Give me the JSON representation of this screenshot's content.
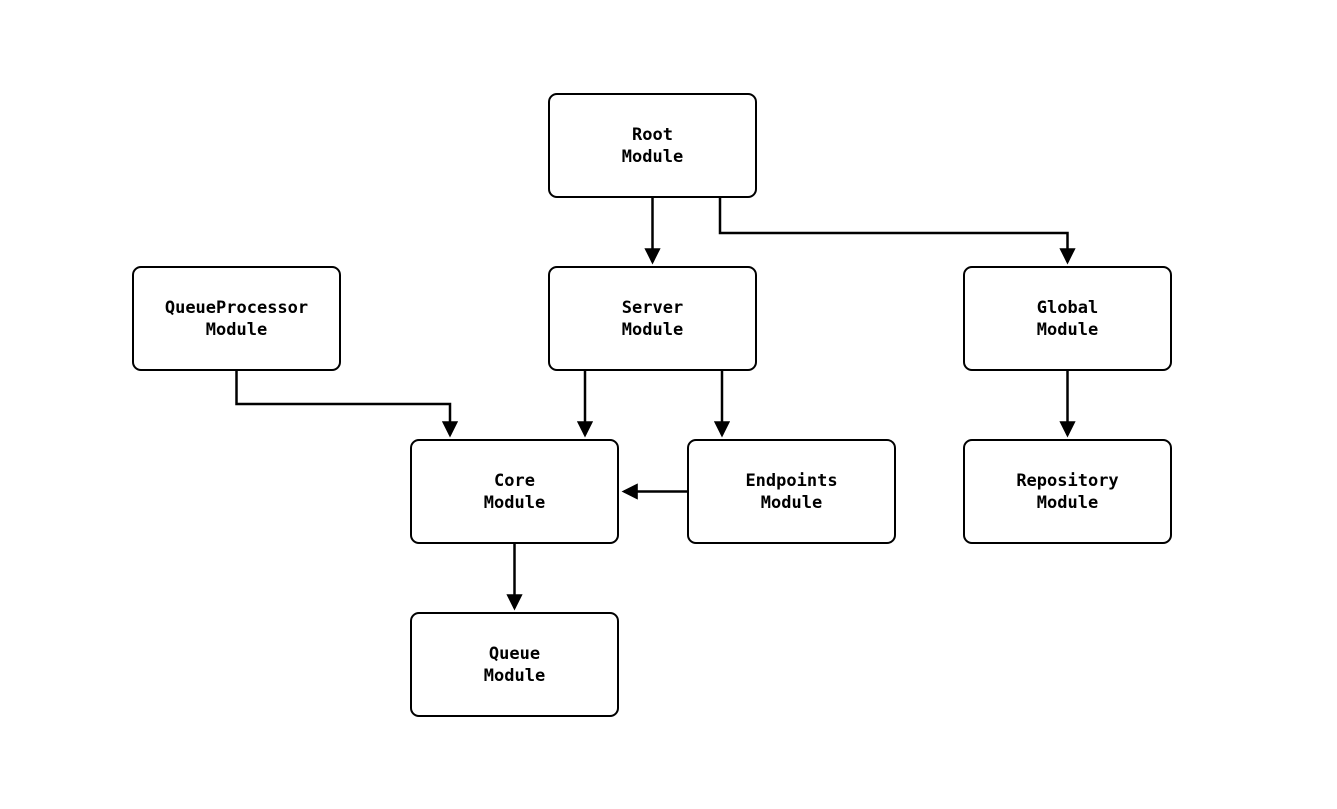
{
  "diagram": {
    "type": "module-dependency-graph",
    "background": "#ffffff"
  },
  "colors": {
    "node_fill": "#ffffff",
    "node_border": "#000000",
    "edge": "#000000",
    "text": "#000000"
  },
  "nodes": {
    "root": {
      "label": "Root\nModule"
    },
    "queueprocessor": {
      "label": "QueueProcessor\nModule"
    },
    "server": {
      "label": "Server\nModule"
    },
    "global": {
      "label": "Global\nModule"
    },
    "core": {
      "label": "Core\nModule"
    },
    "endpoints": {
      "label": "Endpoints\nModule"
    },
    "repository": {
      "label": "Repository\nModule"
    },
    "queue": {
      "label": "Queue\nModule"
    }
  },
  "edges": [
    {
      "from": "Root Module",
      "to": "Server Module"
    },
    {
      "from": "Root Module",
      "to": "Global Module"
    },
    {
      "from": "QueueProcessor Module",
      "to": "Core Module"
    },
    {
      "from": "Server Module",
      "to": "Core Module"
    },
    {
      "from": "Server Module",
      "to": "Endpoints Module"
    },
    {
      "from": "Endpoints Module",
      "to": "Core Module"
    },
    {
      "from": "Global Module",
      "to": "Repository Module"
    },
    {
      "from": "Core Module",
      "to": "Queue Module"
    }
  ]
}
